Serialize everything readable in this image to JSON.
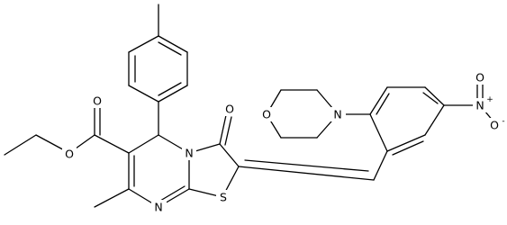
{
  "atoms": {
    "sulfur": "S",
    "thiazole_n": "N",
    "pyrimidine_n": "N",
    "morpholine_o": "O",
    "morpholine_n": "N",
    "carbonyl_o": "O",
    "ester_o_single": "O",
    "ester_o_double": "O",
    "nitro_n": "N",
    "nitro_plus": "+",
    "nitro_o_top": "O",
    "nitro_o_right": "O",
    "nitro_o_minus": "-"
  },
  "colors": {
    "ink": "#000000",
    "background": "#ffffff"
  }
}
